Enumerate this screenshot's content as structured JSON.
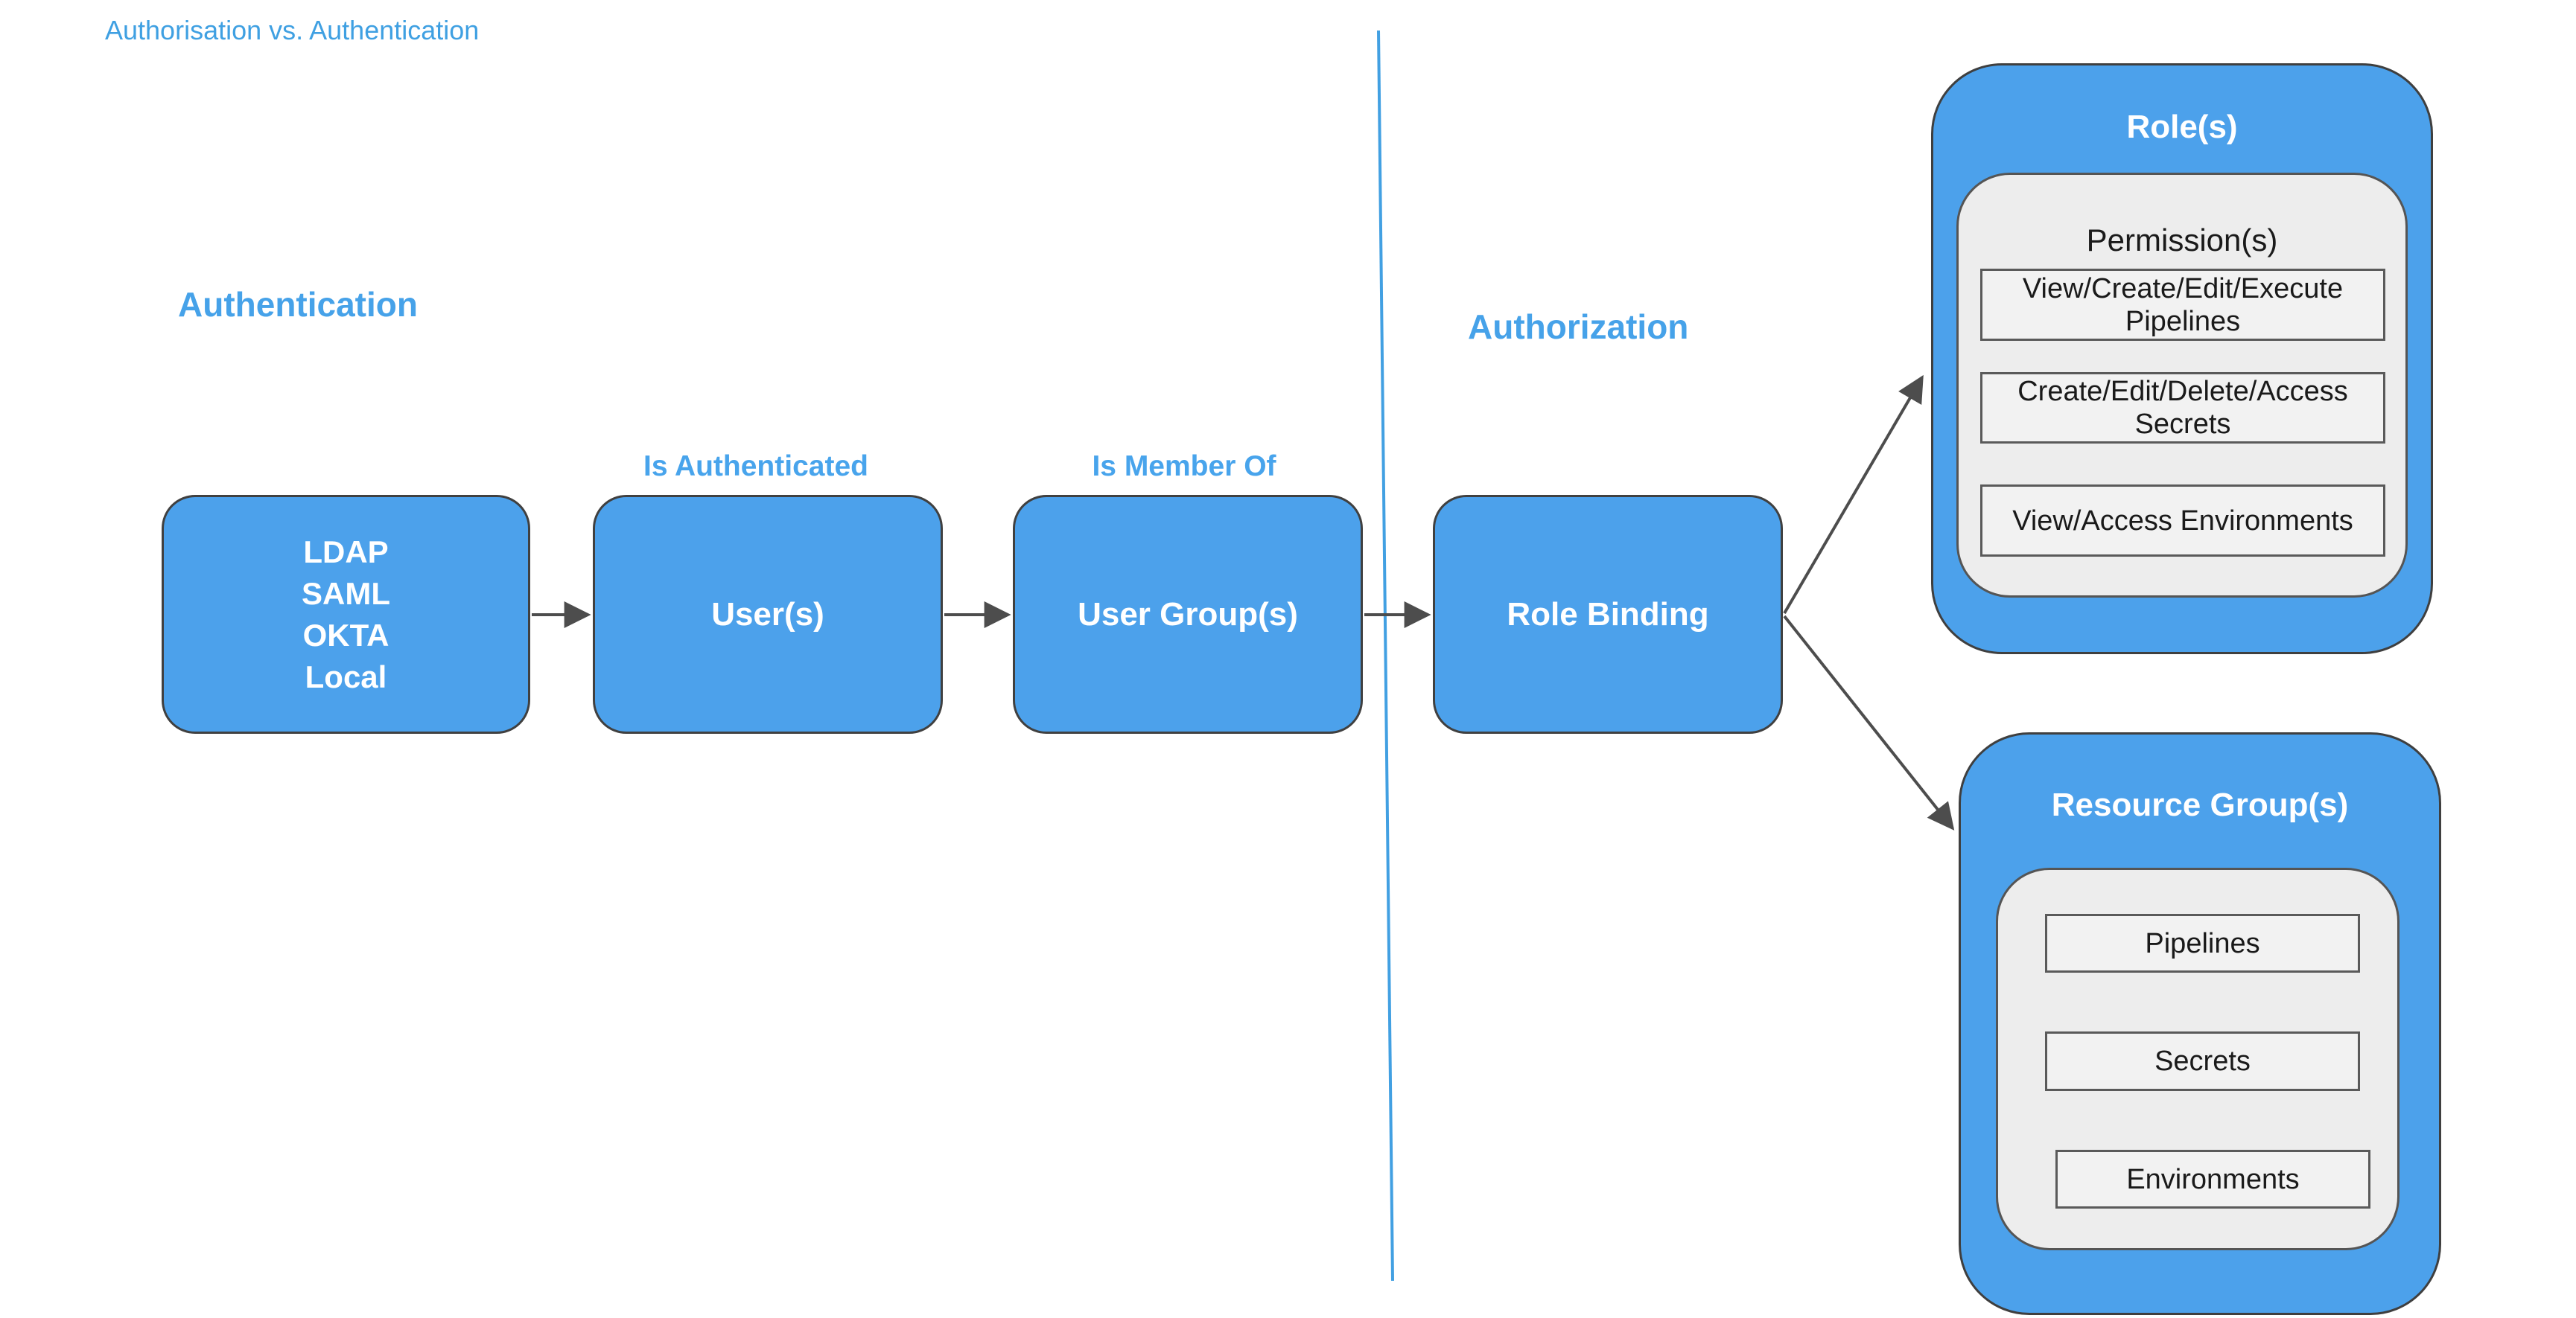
{
  "page": {
    "title": "Authorisation vs. Authentication"
  },
  "sections": {
    "authentication_label": "Authentication",
    "authorization_label": "Authorization"
  },
  "edges": {
    "is_authenticated_label": "Is Authenticated",
    "is_member_of_label": "Is Member Of"
  },
  "nodes": {
    "auth_providers_lines": [
      "LDAP",
      "SAML",
      "OKTA",
      "Local"
    ],
    "users_label": "User(s)",
    "user_groups_label": "User Group(s)",
    "role_binding_label": "Role Binding"
  },
  "roles_container": {
    "title": "Role(s)",
    "permissions_title": "Permission(s)",
    "permission_items": [
      "View/Create/Edit/Execute Pipelines",
      "Create/Edit/Delete/Access Secrets",
      "View/Access Environments"
    ]
  },
  "resource_container": {
    "title": "Resource Group(s)",
    "items": [
      "Pipelines",
      "Secrets",
      "Environments"
    ]
  },
  "colors": {
    "node_fill": "#4CA1EB",
    "node_border": "#404040",
    "heading_blue": "#46A2E9",
    "title_blue": "#3FA0E2",
    "container_gray": "#EDEDED",
    "item_box_gray": "#F2F2F2",
    "arrow_gray": "#4D4D4D",
    "divider_blue": "#42A0E2",
    "text_dark": "#1A1A1A",
    "text_white": "#FFFFFF"
  }
}
